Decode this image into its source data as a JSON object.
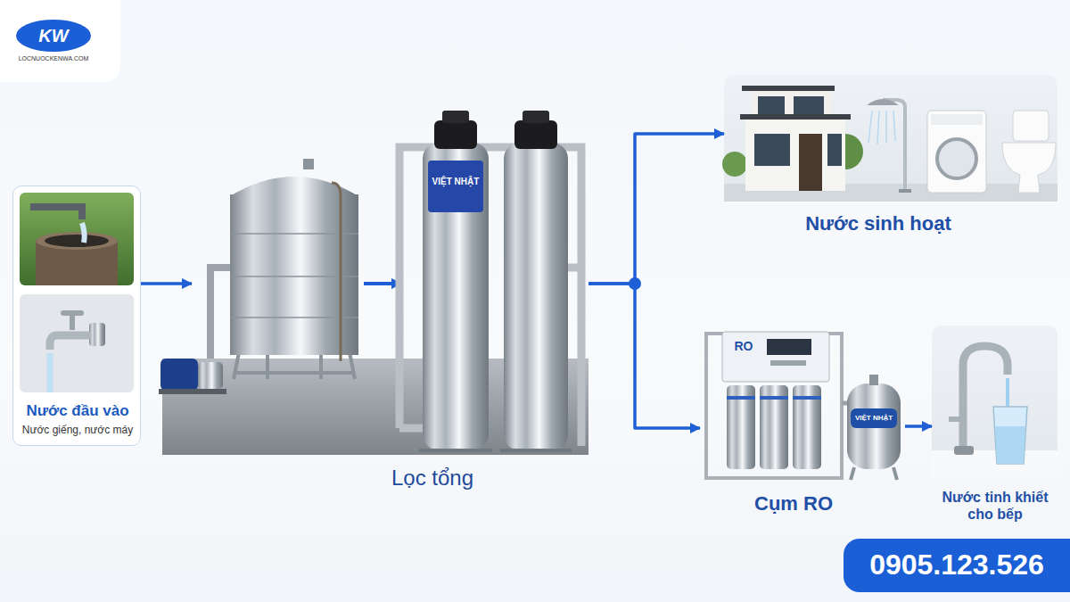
{
  "diagram": {
    "nodes": [
      {
        "text": [
          "Nước đầu vào",
          "Nước giếng, nước máy"
        ]
      },
      {
        "text": [
          "Lọc tổng"
        ]
      },
      {
        "text": [
          "Nước sinh hoạt"
        ]
      },
      {
        "text": [
          "Cụm RO"
        ]
      },
      {
        "text": [
          "Nước tinh khiết cho bếp"
        ]
      },
      {
        "text": [
          "0905.123.526"
        ]
      }
    ],
    "edges": [
      {
        "from": 0,
        "to": 1,
        "arrow": "to"
      },
      {
        "from": 1,
        "to": 2,
        "arrow": "to"
      },
      {
        "from": 1,
        "to": 3,
        "arrow": "to"
      },
      {
        "from": 3,
        "to": 4,
        "arrow": "to"
      }
    ],
    "labels": [
      "KW",
      "LOCNUOCKENWA.COM",
      "VIỆT NHẬT",
      "RO",
      "VIỆT NHẬT"
    ]
  }
}
